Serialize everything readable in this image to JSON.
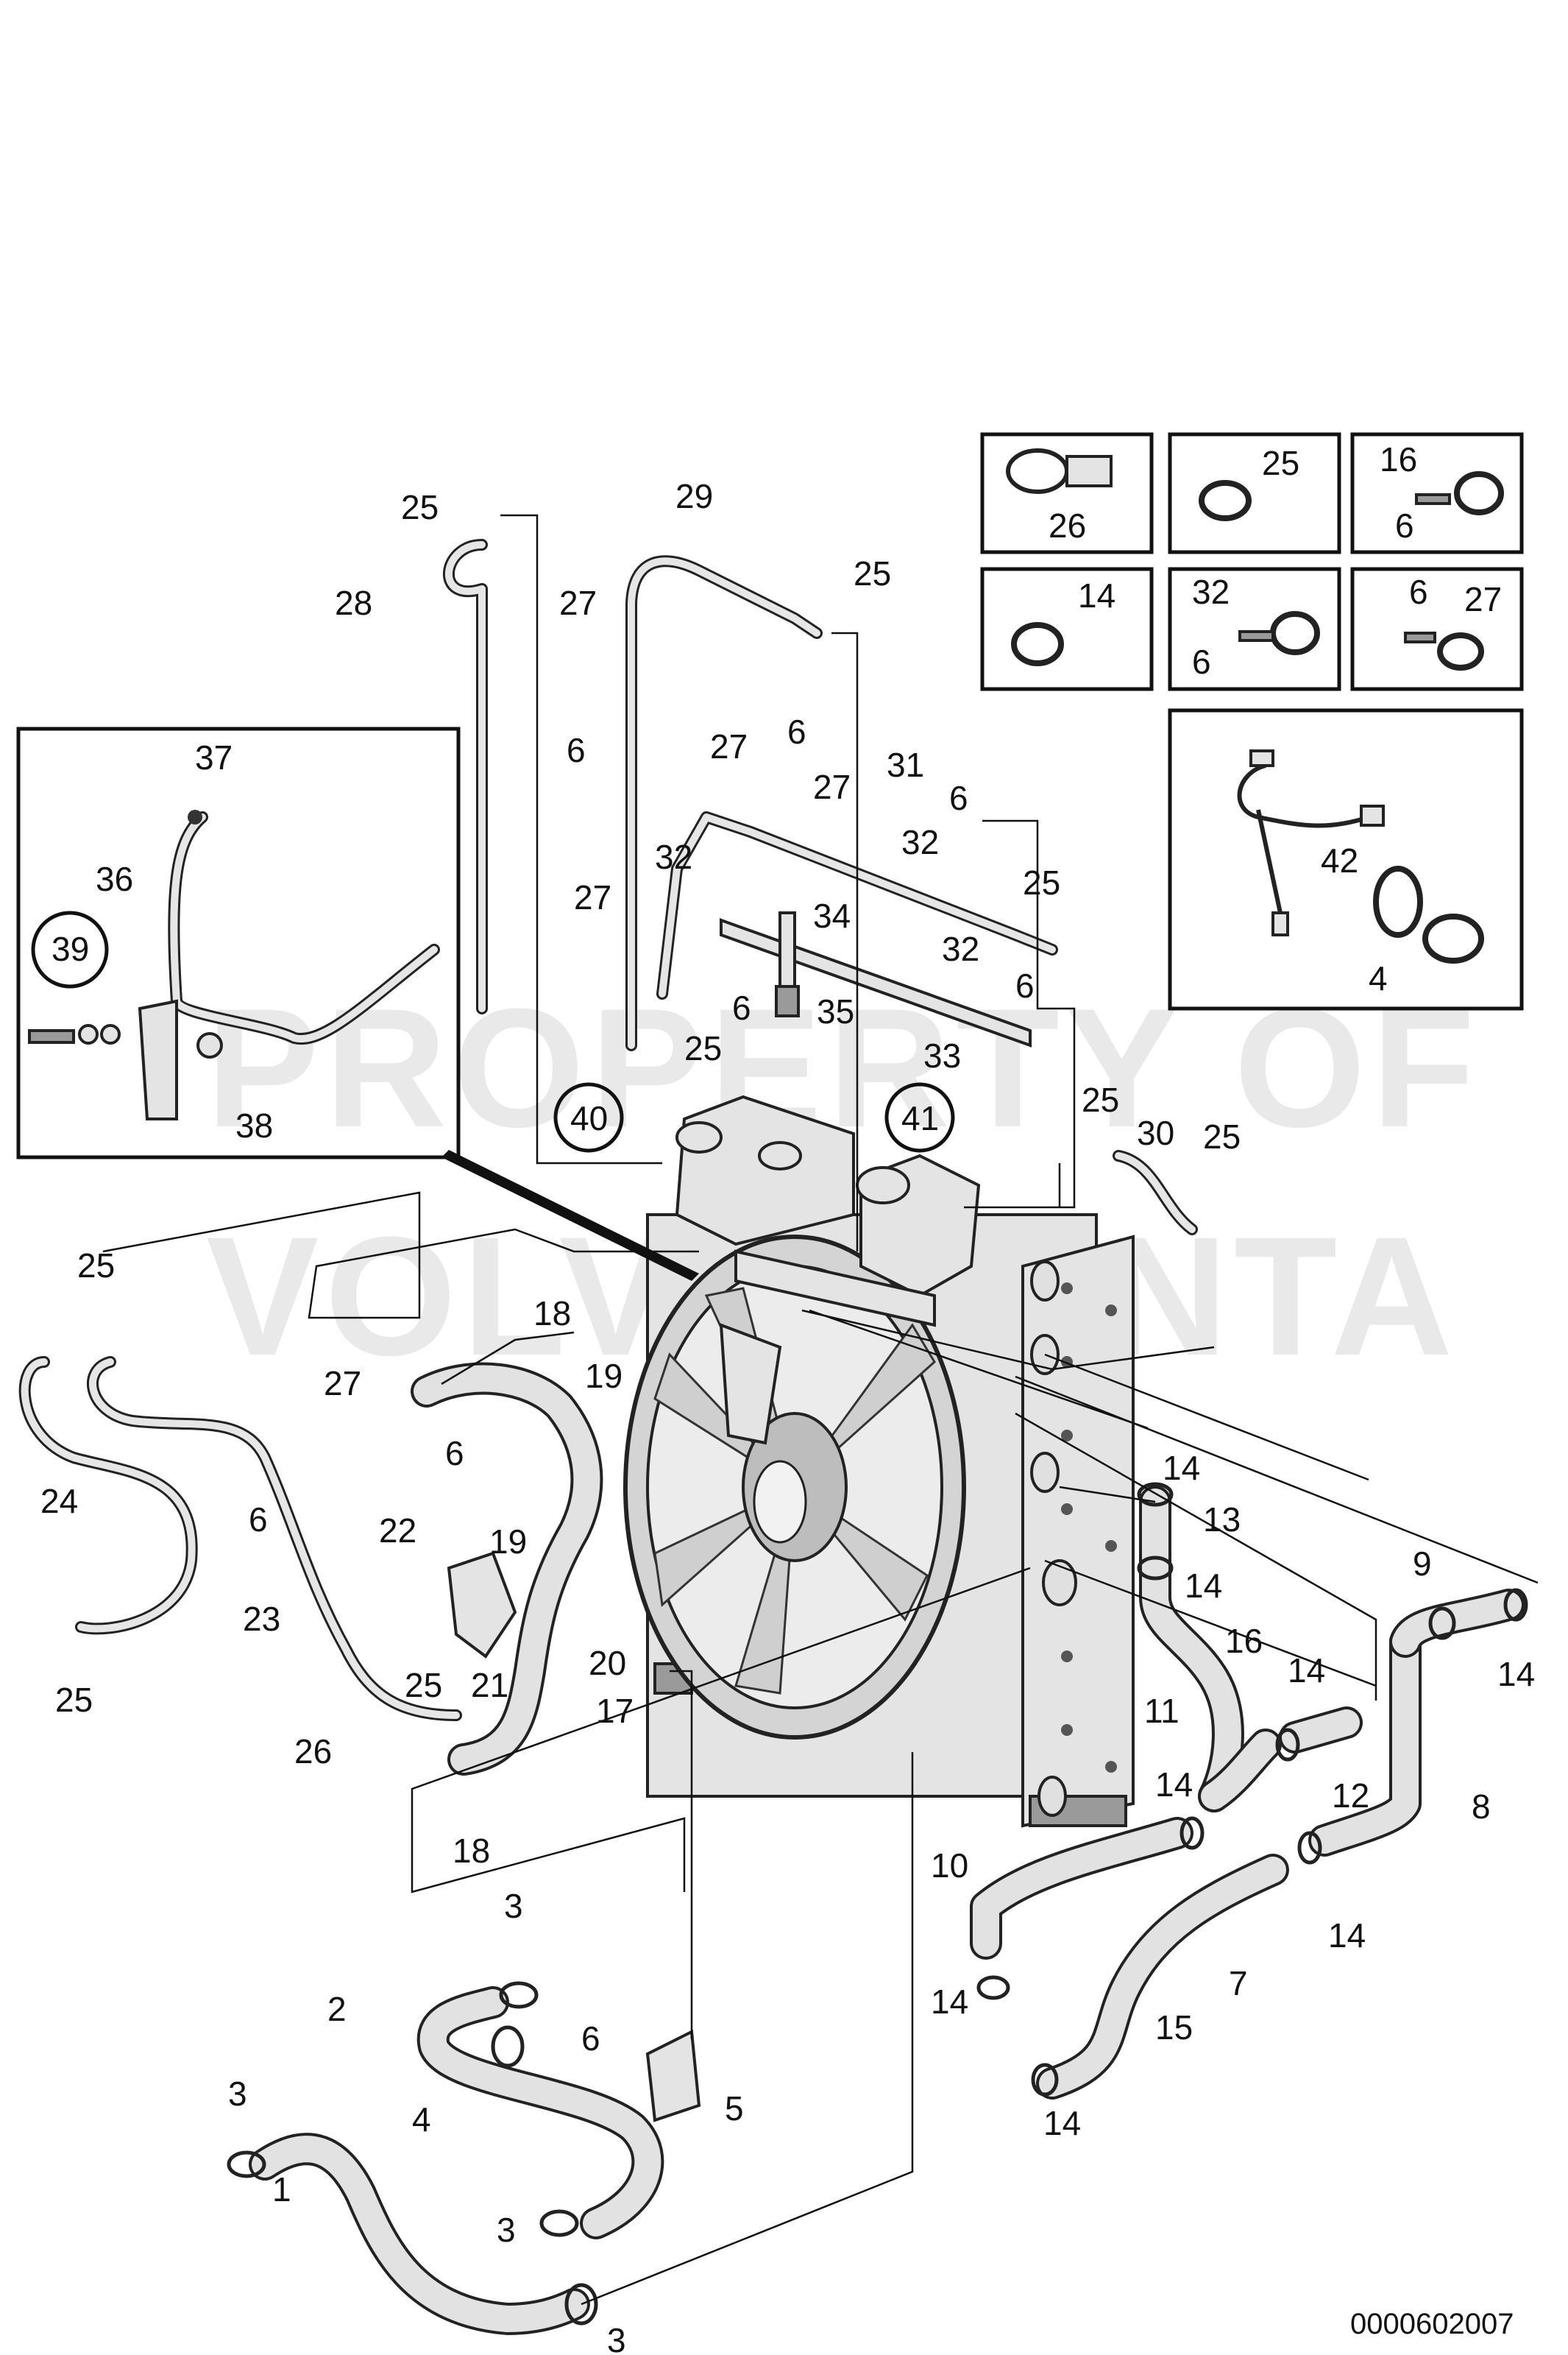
{
  "watermark": {
    "line1": "PROPERTY OF",
    "line2": "VOLVO PENTA"
  },
  "drawing_number": "0000602007",
  "callouts": [
    {
      "id": "1",
      "text": "1"
    },
    {
      "id": "2",
      "text": "2"
    },
    {
      "id": "3a",
      "text": "3"
    },
    {
      "id": "3b",
      "text": "3"
    },
    {
      "id": "3c",
      "text": "3"
    },
    {
      "id": "3d",
      "text": "3"
    },
    {
      "id": "4",
      "text": "4"
    },
    {
      "id": "5",
      "text": "5"
    },
    {
      "id": "6a",
      "text": "6"
    },
    {
      "id": "6b",
      "text": "6"
    },
    {
      "id": "6c",
      "text": "6"
    },
    {
      "id": "6d",
      "text": "6"
    },
    {
      "id": "6e",
      "text": "6"
    },
    {
      "id": "6f",
      "text": "6"
    },
    {
      "id": "6g",
      "text": "6"
    },
    {
      "id": "6h",
      "text": "6"
    },
    {
      "id": "6i",
      "text": "6"
    },
    {
      "id": "7",
      "text": "7"
    },
    {
      "id": "8",
      "text": "8"
    },
    {
      "id": "9",
      "text": "9"
    },
    {
      "id": "10",
      "text": "10"
    },
    {
      "id": "11",
      "text": "11"
    },
    {
      "id": "12",
      "text": "12"
    },
    {
      "id": "13",
      "text": "13"
    },
    {
      "id": "14a",
      "text": "14"
    },
    {
      "id": "14b",
      "text": "14"
    },
    {
      "id": "14c",
      "text": "14"
    },
    {
      "id": "14d",
      "text": "14"
    },
    {
      "id": "14e",
      "text": "14"
    },
    {
      "id": "14f",
      "text": "14"
    },
    {
      "id": "14g",
      "text": "14"
    },
    {
      "id": "14h",
      "text": "14"
    },
    {
      "id": "15",
      "text": "15"
    },
    {
      "id": "16",
      "text": "16"
    },
    {
      "id": "17",
      "text": "17"
    },
    {
      "id": "18a",
      "text": "18"
    },
    {
      "id": "18b",
      "text": "18"
    },
    {
      "id": "19a",
      "text": "19"
    },
    {
      "id": "19b",
      "text": "19"
    },
    {
      "id": "20",
      "text": "20"
    },
    {
      "id": "21",
      "text": "21"
    },
    {
      "id": "22",
      "text": "22"
    },
    {
      "id": "23",
      "text": "23"
    },
    {
      "id": "24",
      "text": "24"
    },
    {
      "id": "25a",
      "text": "25"
    },
    {
      "id": "25b",
      "text": "25"
    },
    {
      "id": "25c",
      "text": "25"
    },
    {
      "id": "25d",
      "text": "25"
    },
    {
      "id": "25e",
      "text": "25"
    },
    {
      "id": "25f",
      "text": "25"
    },
    {
      "id": "25g",
      "text": "25"
    },
    {
      "id": "25h",
      "text": "25"
    },
    {
      "id": "25i",
      "text": "25"
    },
    {
      "id": "26",
      "text": "26"
    },
    {
      "id": "27a",
      "text": "27"
    },
    {
      "id": "27b",
      "text": "27"
    },
    {
      "id": "27c",
      "text": "27"
    },
    {
      "id": "27d",
      "text": "27"
    },
    {
      "id": "27e",
      "text": "27"
    },
    {
      "id": "28",
      "text": "28"
    },
    {
      "id": "29",
      "text": "29"
    },
    {
      "id": "30",
      "text": "30"
    },
    {
      "id": "31",
      "text": "31"
    },
    {
      "id": "32a",
      "text": "32"
    },
    {
      "id": "32b",
      "text": "32"
    },
    {
      "id": "32c",
      "text": "32"
    },
    {
      "id": "33",
      "text": "33"
    },
    {
      "id": "34",
      "text": "34"
    },
    {
      "id": "35",
      "text": "35"
    },
    {
      "id": "36",
      "text": "36"
    },
    {
      "id": "37",
      "text": "37"
    },
    {
      "id": "38",
      "text": "38"
    },
    {
      "id": "39",
      "text": "39"
    },
    {
      "id": "40",
      "text": "40"
    },
    {
      "id": "41",
      "text": "41"
    },
    {
      "id": "42",
      "text": "42"
    }
  ],
  "inset_boxes": [
    {
      "id": "26",
      "labels": [
        "26"
      ]
    },
    {
      "id": "25",
      "labels": [
        "25"
      ]
    },
    {
      "id": "16",
      "labels": [
        "16",
        "6"
      ]
    },
    {
      "id": "14",
      "labels": [
        "14"
      ]
    },
    {
      "id": "32",
      "labels": [
        "32",
        "6"
      ]
    },
    {
      "id": "27",
      "labels": [
        "6",
        "27"
      ]
    },
    {
      "id": "42",
      "labels": [
        "42",
        "4"
      ]
    },
    {
      "id": "detail",
      "labels": [
        "37",
        "36",
        "39",
        "38"
      ]
    }
  ]
}
